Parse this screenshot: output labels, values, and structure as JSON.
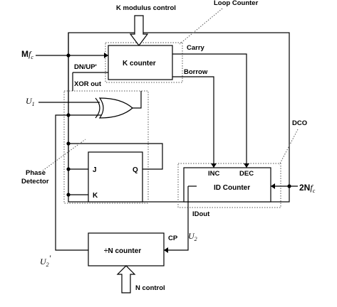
{
  "labels": {
    "k_modulus_control": "K modulus control",
    "loop_counter": "Loop Counter",
    "m_fc": "M",
    "m_fc_sub": "f",
    "m_fc_subsub": "c",
    "dn_up": "DN/UP'",
    "xor_out": "XOR out",
    "carry": "Carry",
    "borrow": "Borrow",
    "k_counter": "K counter",
    "u1": "U",
    "u1_sub": "1",
    "dco": "DCO",
    "phase_detector_1": "Phase",
    "phase_detector_2": "Detector",
    "j": "J",
    "k": "K",
    "q": "Q",
    "inc": "INC",
    "dec": "DEC",
    "id_counter": "ID Counter",
    "idout": "IDout",
    "two_n_fc": "2N",
    "two_n_fc_sub": "f",
    "two_n_fc_subsub": "c",
    "u2": "U",
    "u2_sub": "2",
    "u2_prime": "U",
    "u2_prime_sub": "2",
    "u2_prime_mark": "'",
    "cp": "CP",
    "n_counter": "÷N counter",
    "n_control": "N control"
  }
}
